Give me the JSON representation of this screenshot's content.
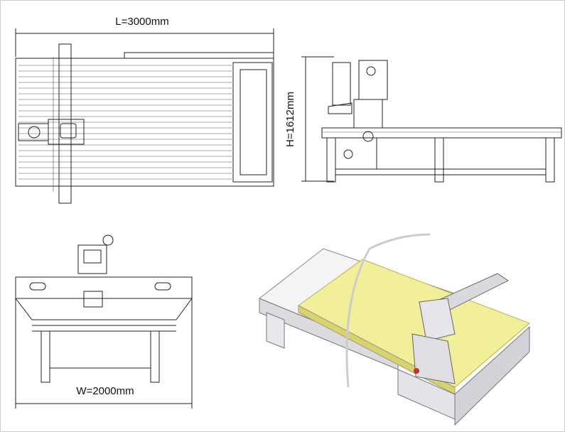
{
  "dimensions": {
    "length_label": "L=3000mm",
    "height_label": "H=1612mm",
    "width_label": "W=2000mm"
  },
  "colors": {
    "table_surface": "#f2ef9a",
    "frame_render": "#e4e4e8",
    "line": "#222222"
  }
}
